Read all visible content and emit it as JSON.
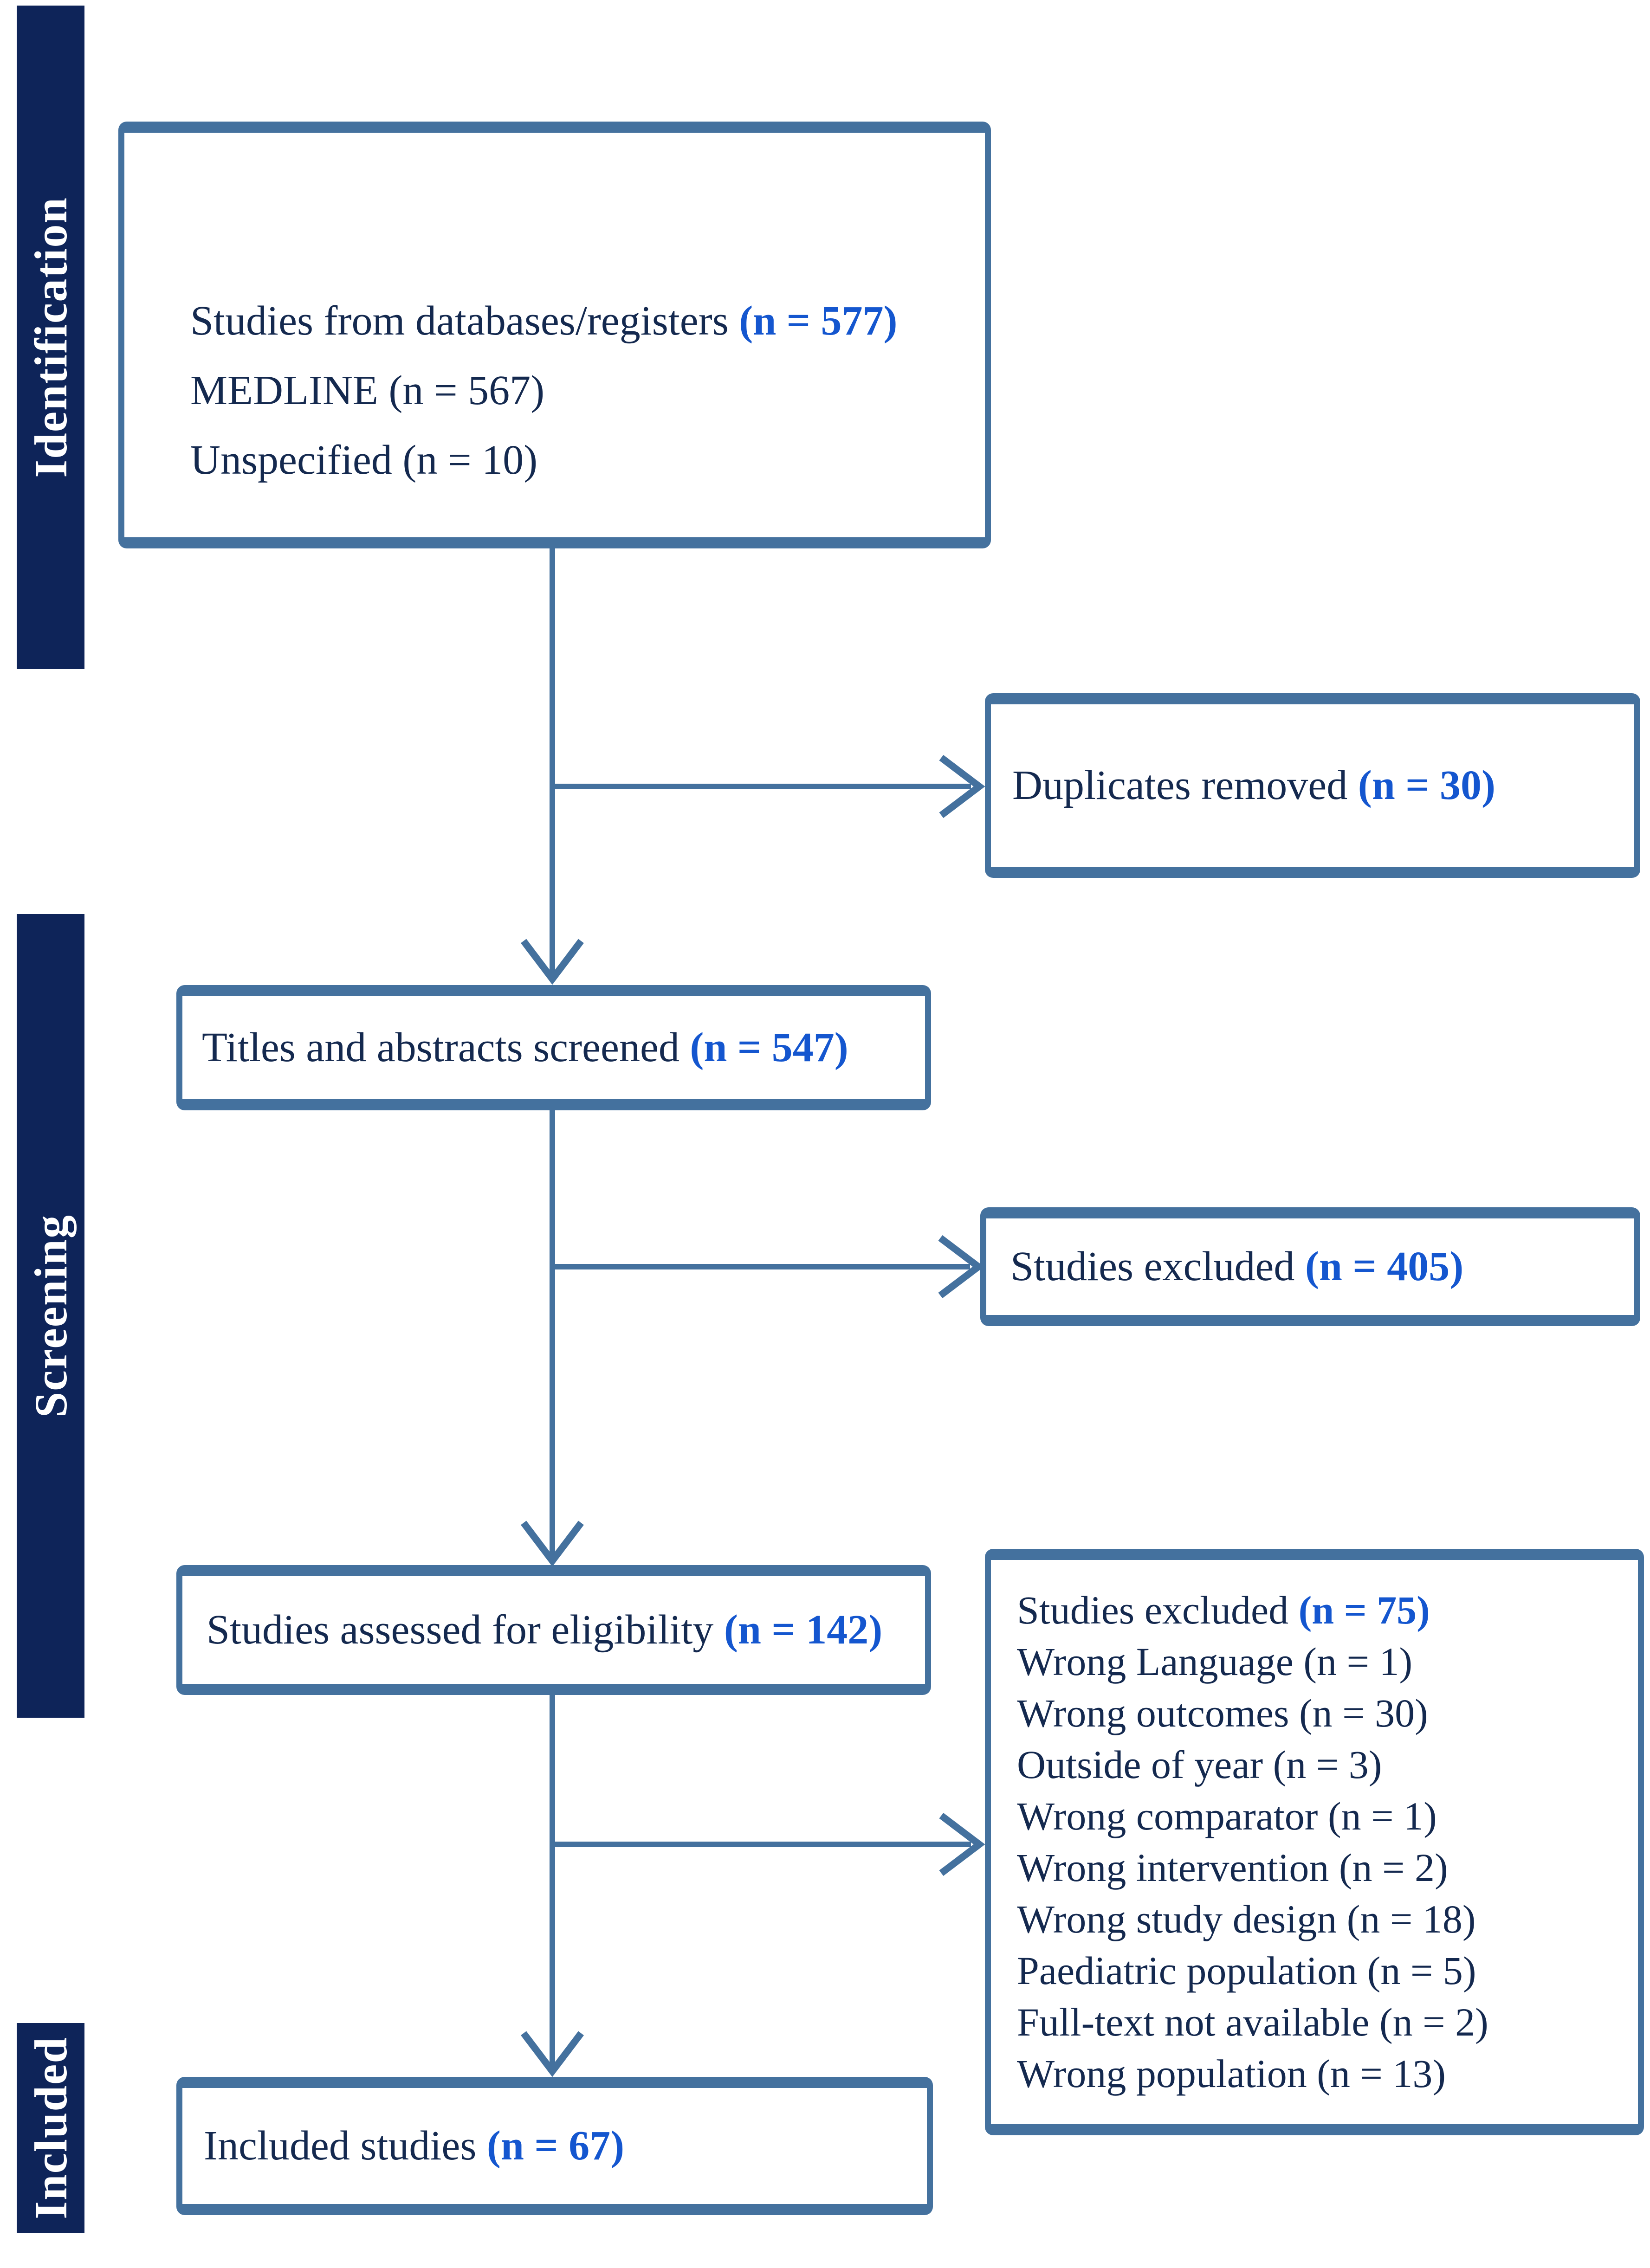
{
  "colors": {
    "accent_border": "#44719e",
    "text_navy": "#14294f",
    "highlight_blue": "#1456cf",
    "sidebar_navy": "#0e2459",
    "background": "#ffffff"
  },
  "sidebar": {
    "identification": "Identification",
    "screening": "Screening",
    "included": "Included"
  },
  "boxes": {
    "records": {
      "lines": [
        {
          "label": "Studies from databases/registers",
          "count": "(n = 577)"
        },
        {
          "label": "MEDLINE",
          "count": "(n = 567)"
        },
        {
          "label": "Unspecified",
          "count": "(n = 10)"
        }
      ]
    },
    "duplicates": {
      "label": "Duplicates removed",
      "count": "(n = 30)"
    },
    "screened": {
      "label": "Titles and abstracts screened",
      "count": "(n = 547)"
    },
    "excluded_screening": {
      "label": "Studies excluded",
      "count": "(n = 405)"
    },
    "assessed": {
      "label": "Studies assessed for eligibility",
      "count": "(n = 142)"
    },
    "excluded_eligibility": {
      "lines": [
        {
          "label": "Studies excluded",
          "count": "(n = 75)"
        },
        {
          "label": "Wrong Language",
          "count": "(n = 1)"
        },
        {
          "label": "Wrong outcomes",
          "count": "(n = 30)"
        },
        {
          "label": "Outside of year",
          "count": "(n = 3)"
        },
        {
          "label": "Wrong comparator",
          "count": "(n = 1)"
        },
        {
          "label": "Wrong intervention",
          "count": "(n = 2)"
        },
        {
          "label": "Wrong study design",
          "count": "(n = 18)"
        },
        {
          "label": "Paediatric population",
          "count": "(n = 5)"
        },
        {
          "label": "Full-text not available",
          "count": "(n = 2)"
        },
        {
          "label": "Wrong population",
          "count": "(n = 13)"
        }
      ]
    },
    "included": {
      "label": "Included studies",
      "count": "(n = 67)"
    }
  }
}
